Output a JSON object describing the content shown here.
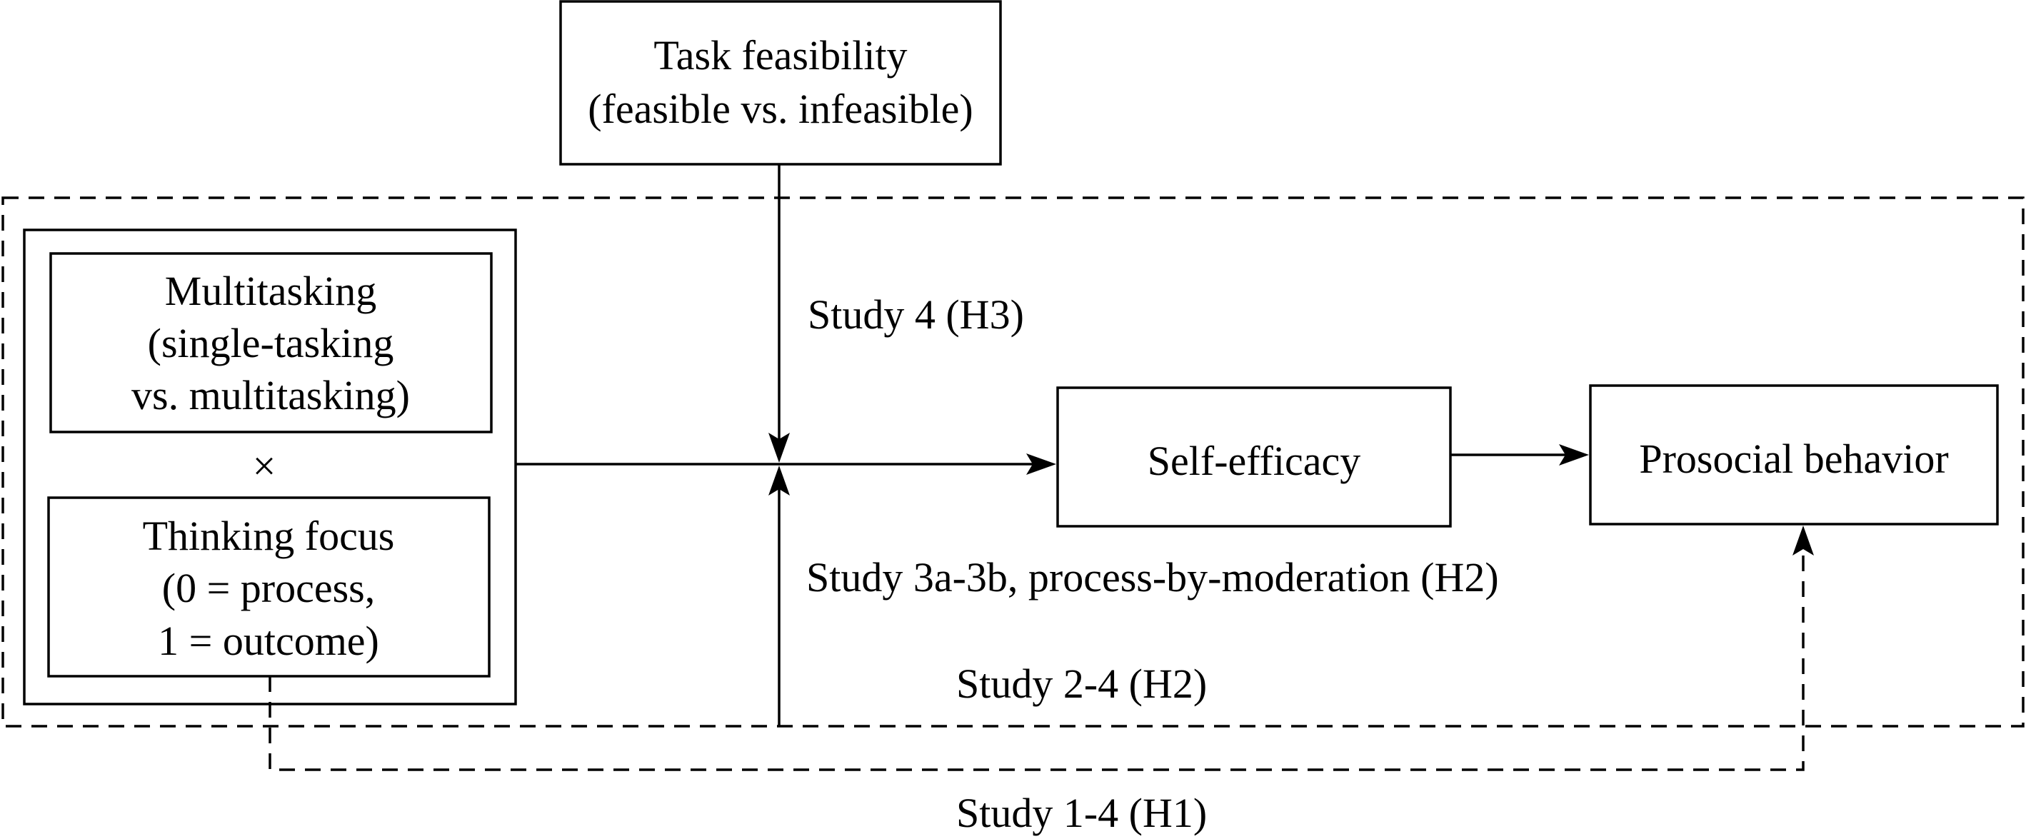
{
  "boxes": {
    "task_feasibility": {
      "line1": "Task feasibility",
      "line2": "(feasible vs. infeasible)"
    },
    "multitasking": {
      "line1": "Multitasking",
      "line2": "(single-tasking",
      "line3": "vs. multitasking)"
    },
    "times_symbol": "×",
    "thinking_focus": {
      "line1": "Thinking focus",
      "line2": "(0 = process,",
      "line3": "1 = outcome)"
    },
    "self_efficacy": "Self-efficacy",
    "prosocial_behavior": "Prosocial behavior"
  },
  "labels": {
    "study4": "Study 4 (H3)",
    "study3": "Study 3a-3b, process-by-moderation (H2)",
    "study2": "Study 2-4 (H2)",
    "study1": "Study 1-4 (H1)"
  }
}
